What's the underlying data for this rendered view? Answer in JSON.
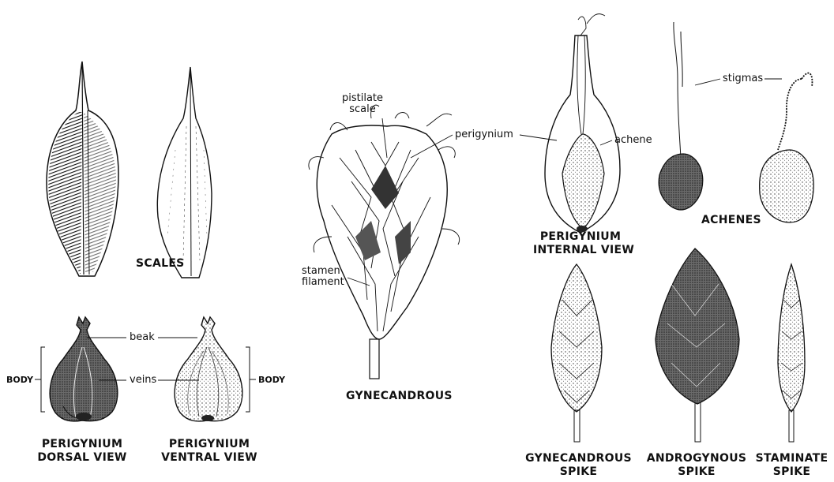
{
  "labels": {
    "pistilate_scale": [
      "pistilate",
      "scale"
    ],
    "perigynium": "perigynium",
    "achene": "achene",
    "stigmas": "stigmas",
    "stamen_filament": [
      "stamen",
      "filament"
    ],
    "beak": "beak",
    "veins": "veins",
    "body_left": "BODY",
    "body_right": "BODY"
  },
  "captions": {
    "scales": "SCALES",
    "gynecandrous": "GYNECANDROUS",
    "perigynium_internal": [
      "PERIGYNIUM",
      "INTERNAL VIEW"
    ],
    "achenes": "ACHENES",
    "perigynium_dorsal": [
      "PERIGYNIUM",
      "DORSAL VIEW"
    ],
    "perigynium_ventral": [
      "PERIGYNIUM",
      "VENTRAL VIEW"
    ],
    "gynecandrous_spike": [
      "GYNECANDROUS",
      "SPIKE"
    ],
    "androgynous_spike": [
      "ANDROGYNOUS",
      "SPIKE"
    ],
    "staminate_spike": [
      "STAMINATE",
      "SPIKE"
    ]
  },
  "colors": {
    "ink": "#111111",
    "fill_dark": "#3a3a3a",
    "fill_mid": "#8a8a8a",
    "paper": "#ffffff"
  }
}
